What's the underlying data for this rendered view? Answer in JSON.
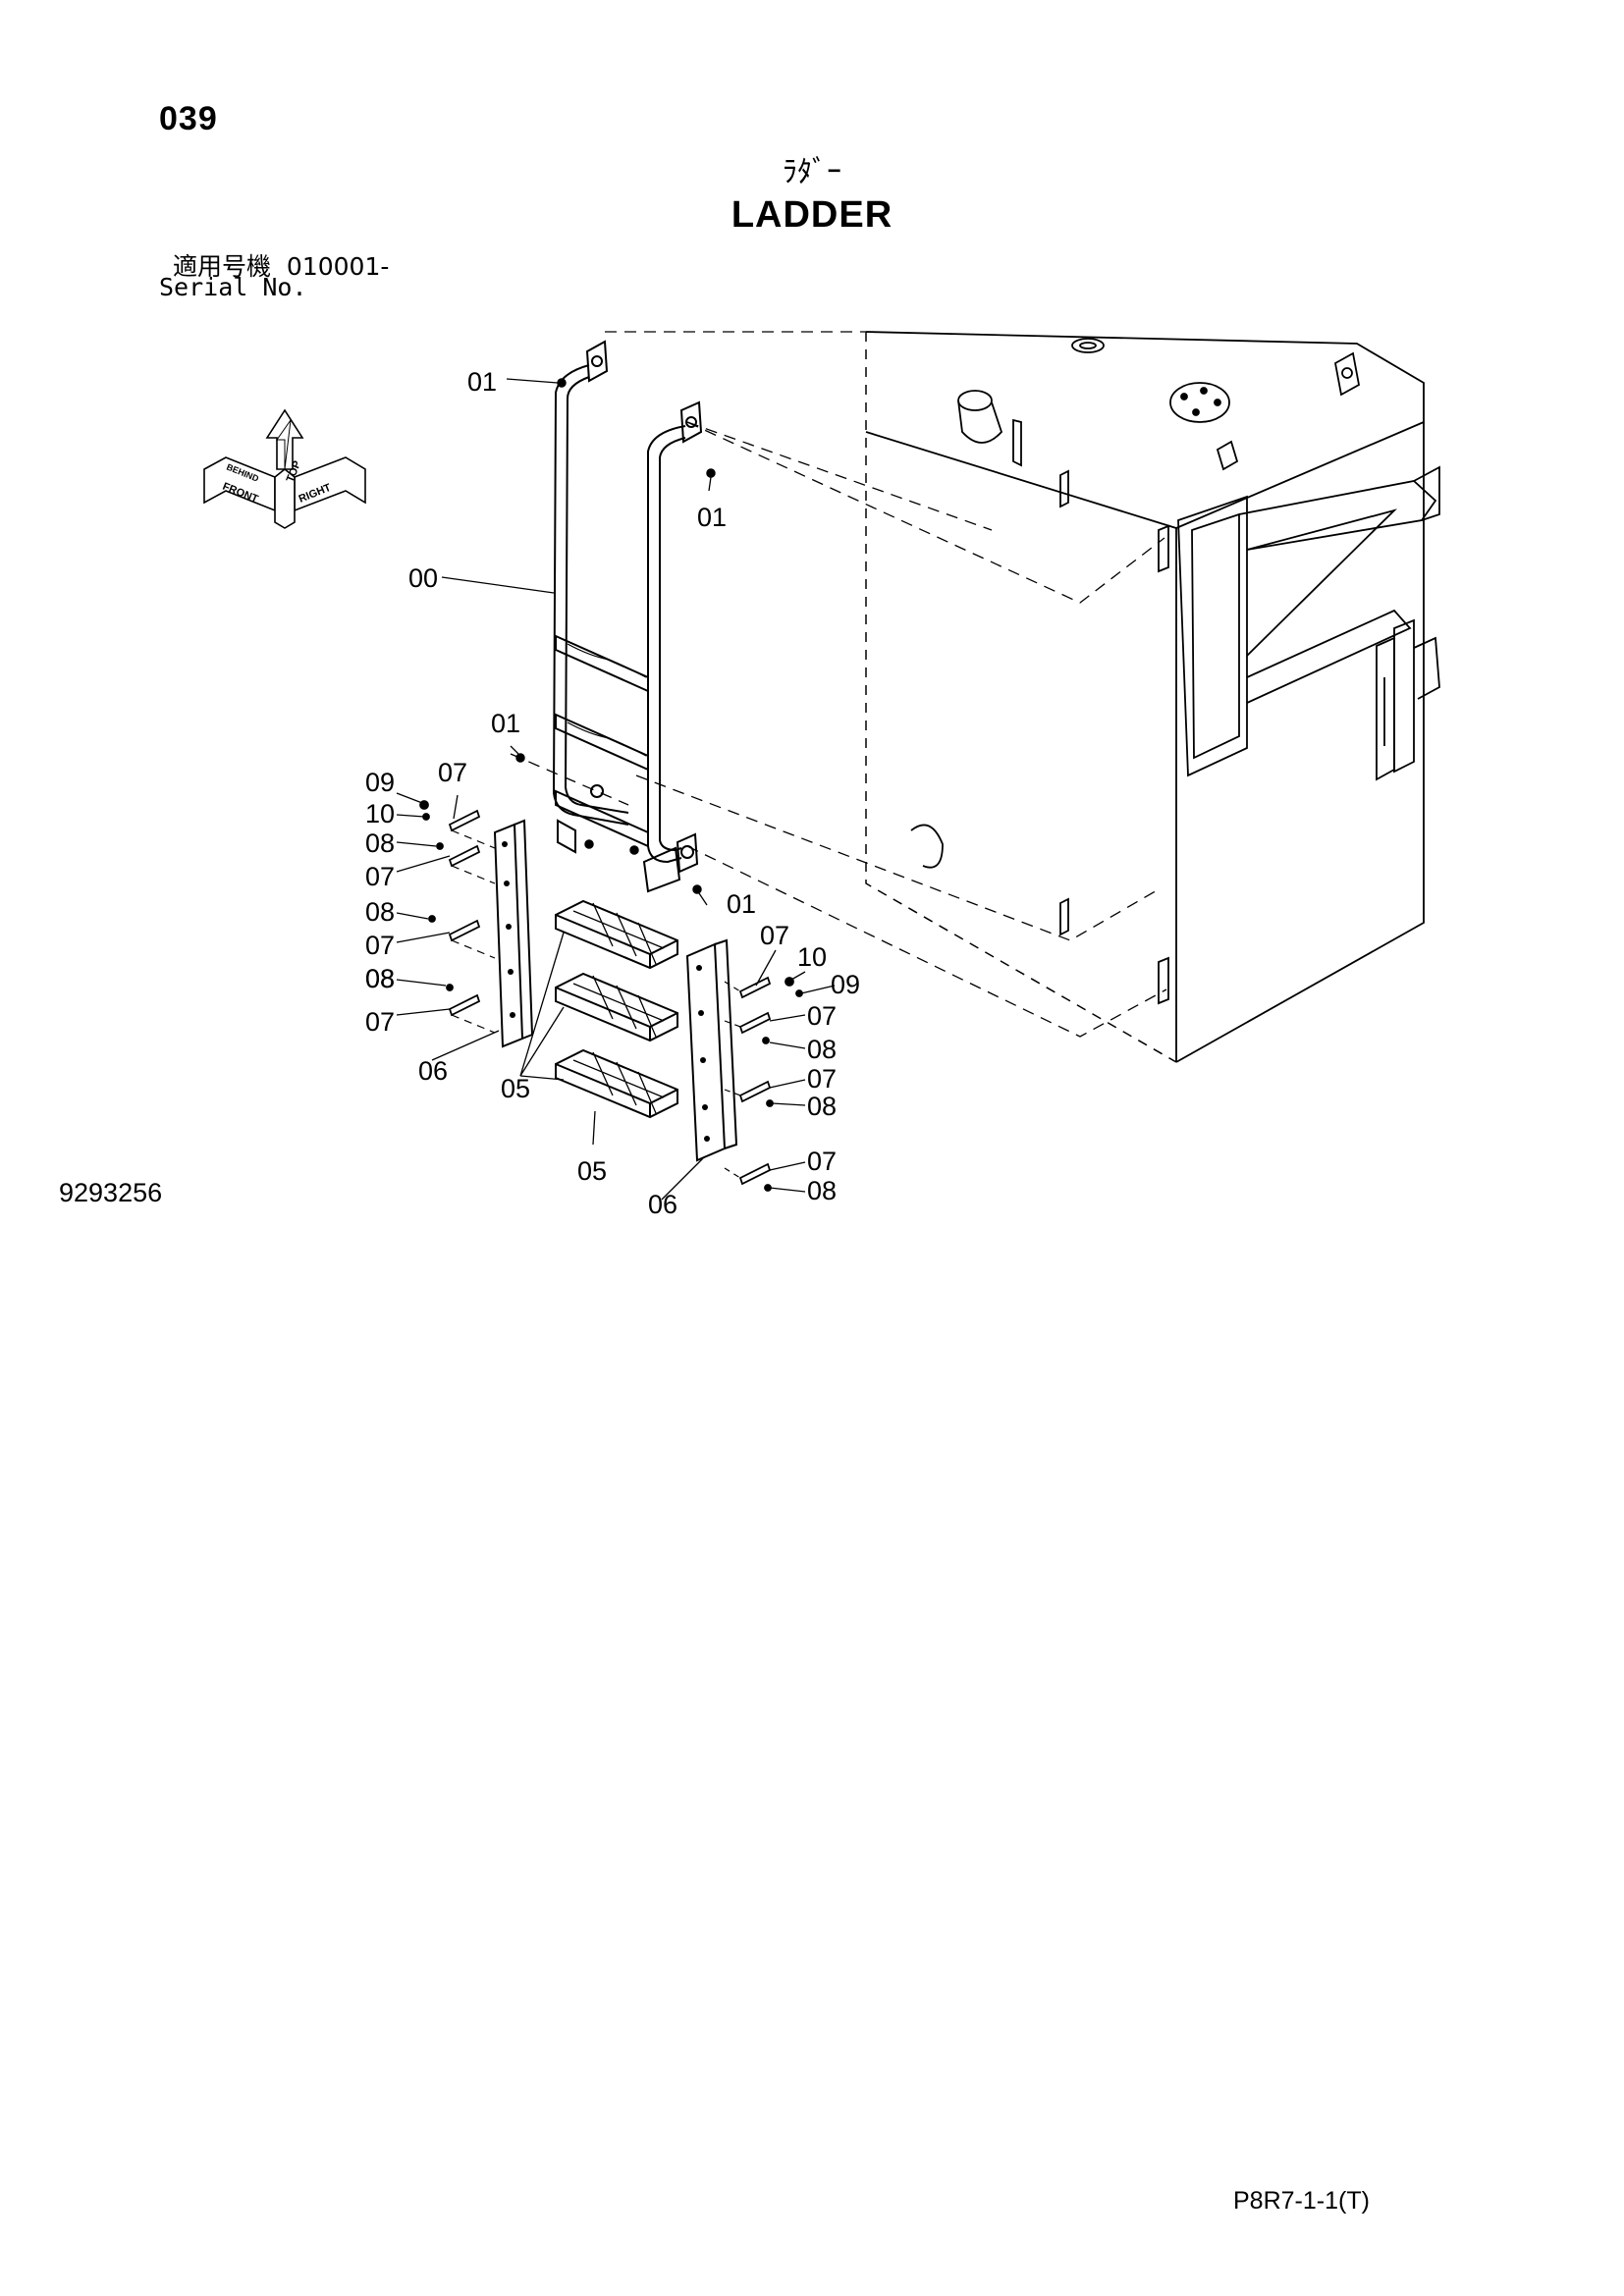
{
  "page_number": "039",
  "title_jp": "ﾗﾀﾞｰ",
  "title_en": "LADDER",
  "serial_label_jp": "適用号機",
  "serial_range": "010001-",
  "serial_label_en": "Serial No.",
  "drawing_number": "9293256",
  "footer_code": "P8R7-1-1(T)",
  "orientation_labels": {
    "top": "TOP",
    "front": "FRONT",
    "right": "RIGHT",
    "rear": "BEHIND"
  },
  "callouts": [
    "01",
    "01",
    "00",
    "01",
    "09",
    "07",
    "10",
    "08",
    "07",
    "08",
    "08",
    "07",
    "08",
    "07",
    "06",
    "05",
    "05",
    "01",
    "07",
    "10",
    "09",
    "07",
    "08",
    "07",
    "08",
    "07",
    "08",
    "06"
  ]
}
